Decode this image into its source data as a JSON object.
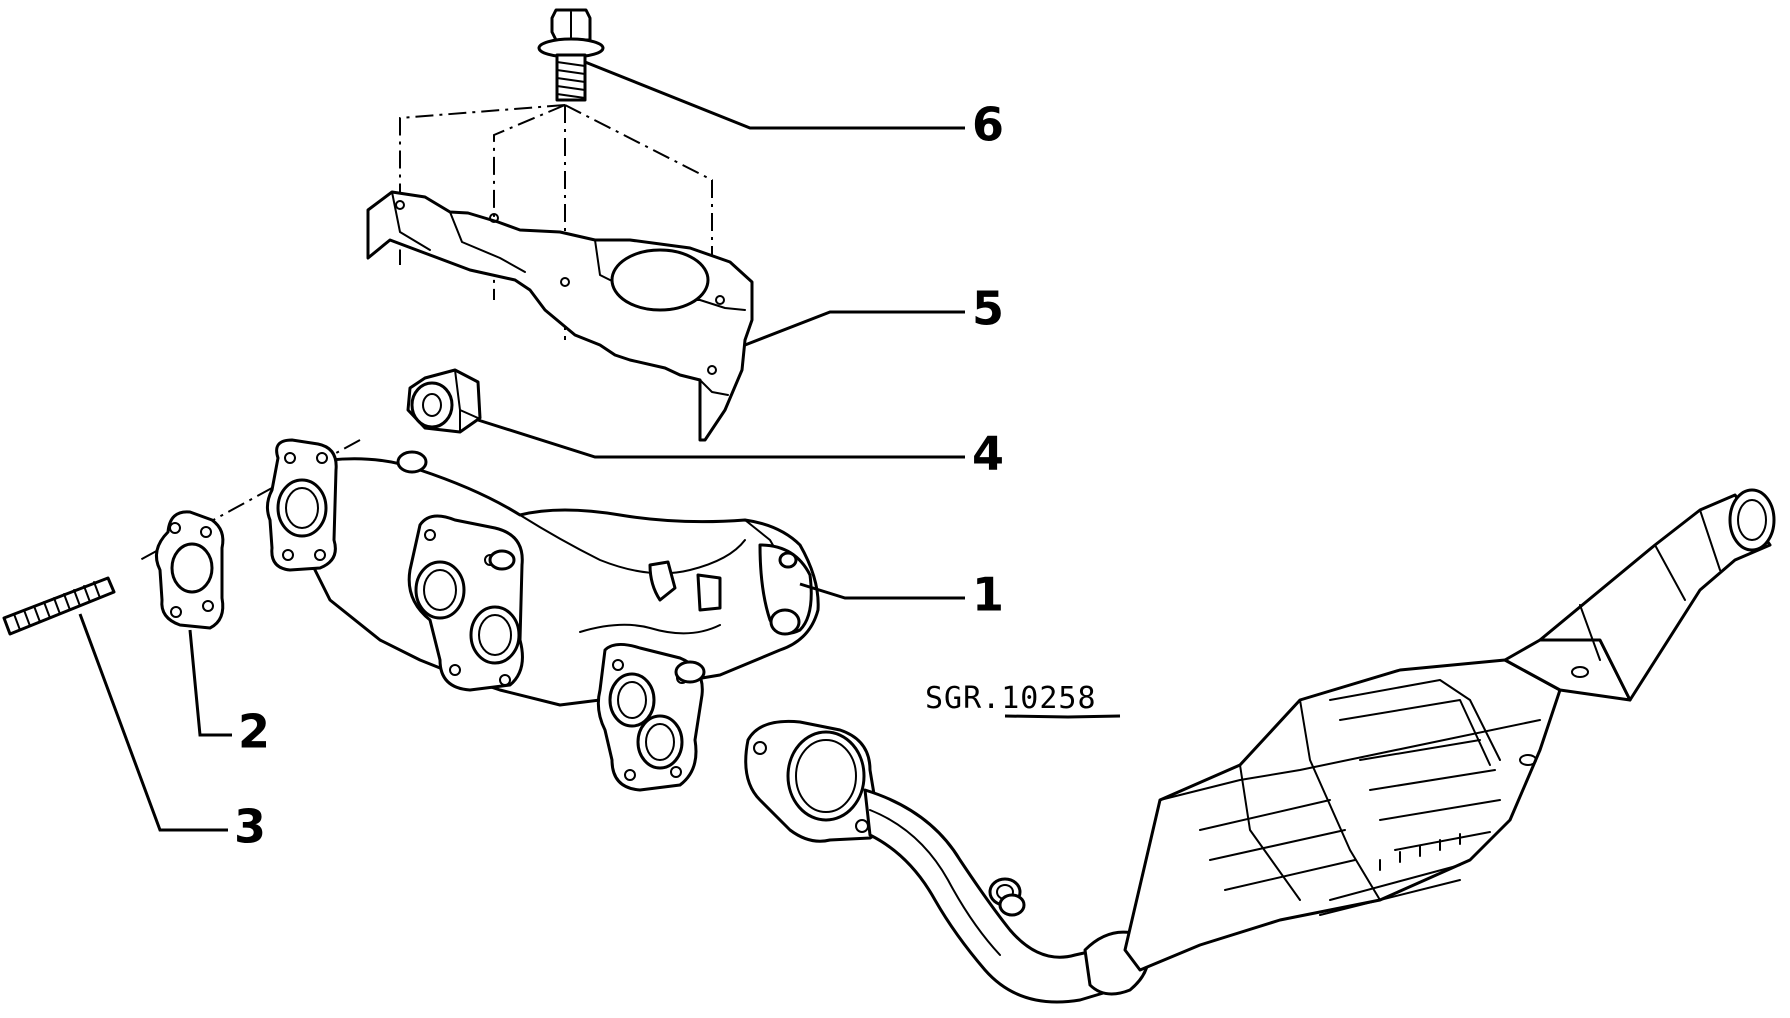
{
  "callouts": {
    "c1": "1",
    "c2": "2",
    "c3": "3",
    "c4": "4",
    "c5": "5",
    "c6": "6"
  },
  "reference_code": "SGR.10258"
}
